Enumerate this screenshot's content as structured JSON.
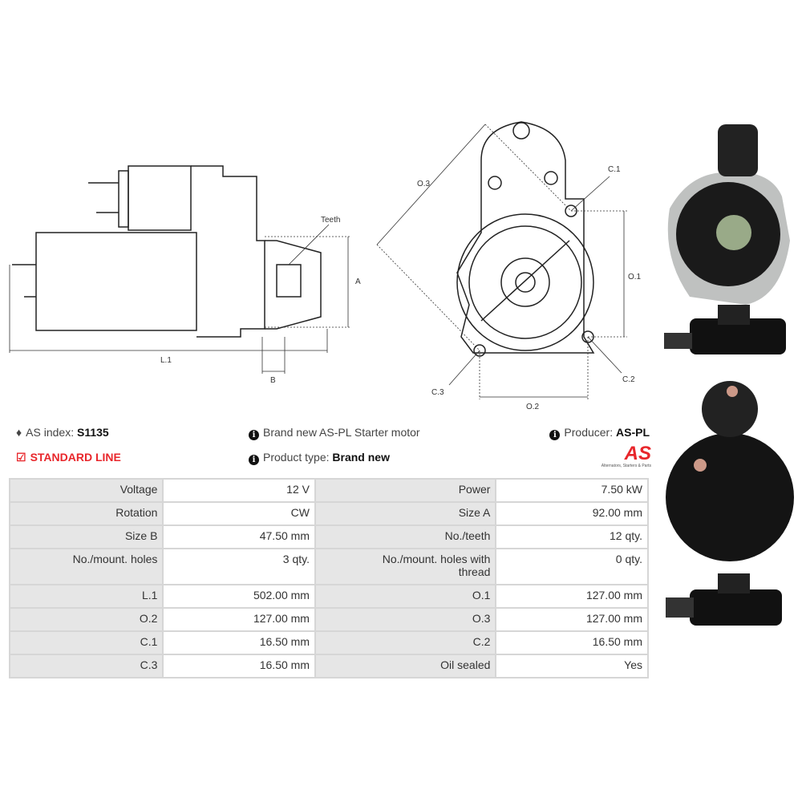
{
  "diagram_labels": {
    "teeth": "Teeth",
    "a": "A",
    "l1": "L.1",
    "b": "B",
    "o3": "O.3",
    "c1": "C.1",
    "o1": "O.1",
    "c3": "C.3",
    "c2": "C.2",
    "o2": "O.2"
  },
  "info": {
    "as_index_label": "AS index:",
    "as_index_value": "S1135",
    "line": "STANDARD LINE",
    "description": "Brand new AS-PL Starter motor",
    "product_type_label": "Product type:",
    "product_type_value": "Brand new",
    "producer_label": "Producer:",
    "producer_value": "AS-PL",
    "logo_text": "AS",
    "logo_tagline": "Alternators, Starters & Parts"
  },
  "colors": {
    "accent": "#e8262b",
    "header_cell": "#e6e6e6"
  },
  "specs": [
    [
      "Voltage",
      "12 V",
      "Power",
      "7.50 kW"
    ],
    [
      "Rotation",
      "CW",
      "Size A",
      "92.00 mm"
    ],
    [
      "Size B",
      "47.50 mm",
      "No./teeth",
      "12 qty."
    ],
    [
      "No./mount. holes",
      "3 qty.",
      "No./mount. holes with thread",
      "0 qty."
    ],
    [
      "L.1",
      "502.00 mm",
      "O.1",
      "127.00 mm"
    ],
    [
      "O.2",
      "127.00 mm",
      "O.3",
      "127.00 mm"
    ],
    [
      "C.1",
      "16.50 mm",
      "C.2",
      "16.50 mm"
    ],
    [
      "C.3",
      "16.50 mm",
      "Oil sealed",
      "Yes"
    ]
  ]
}
